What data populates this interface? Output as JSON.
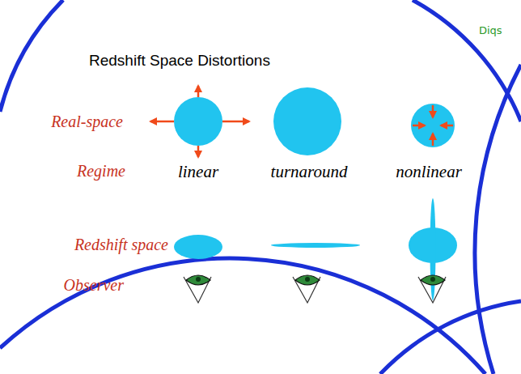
{
  "diagram": {
    "title": "Redshift Space Distortions",
    "labels": [
      "Diqs",
      "Real-space",
      "Regime",
      "linear",
      "turnaround",
      "nonlinear",
      "Redshift space",
      "Observer"
    ]
  }
}
